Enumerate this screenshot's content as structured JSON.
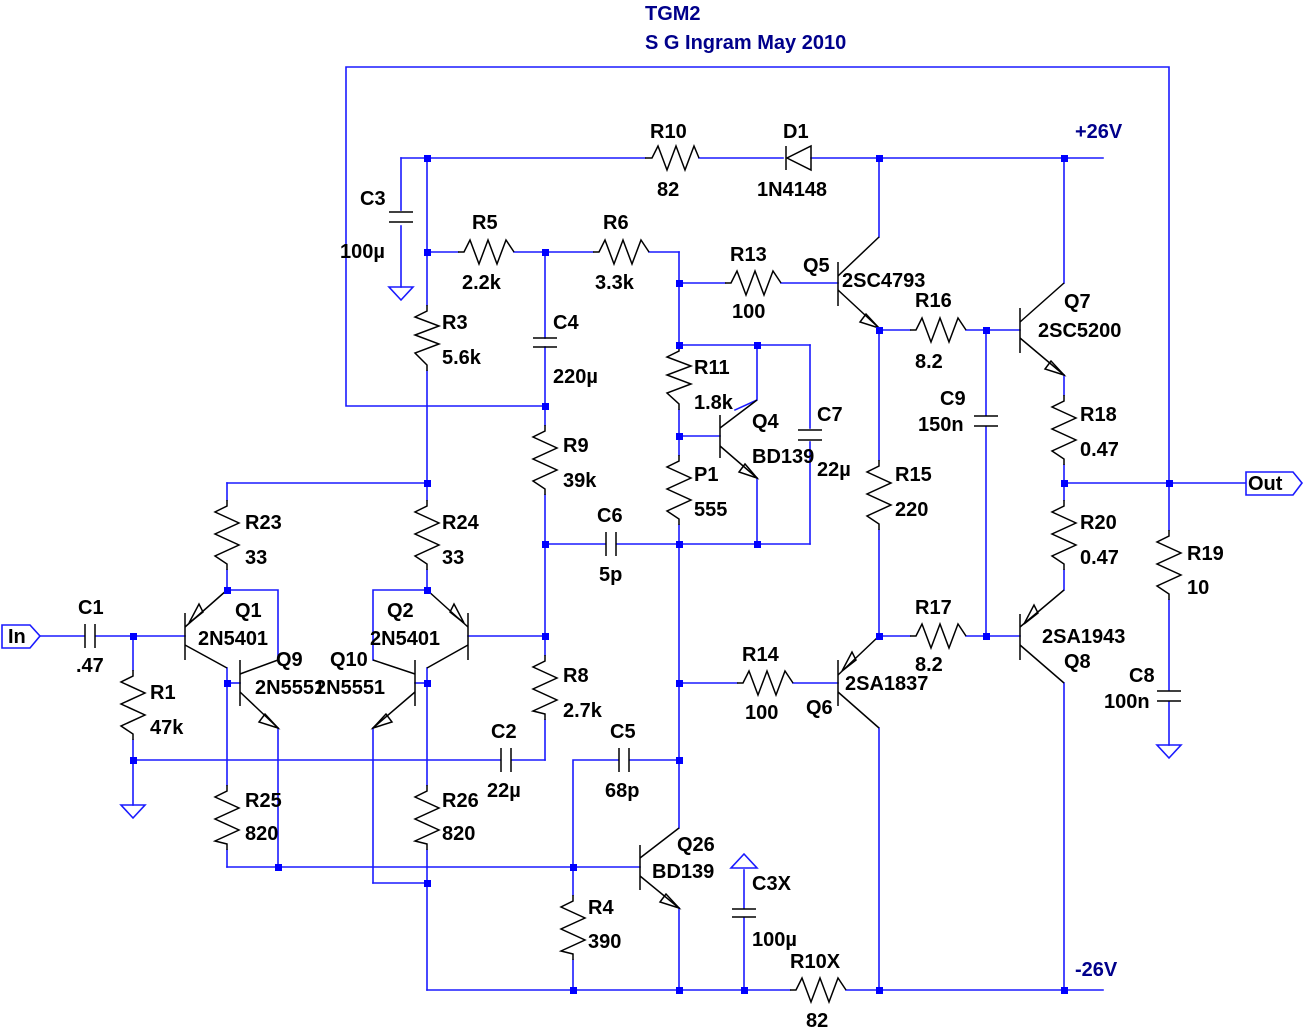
{
  "title": "TGM2",
  "subtitle": "S G Ingram May 2010",
  "colors": {
    "wire": "#1a1aff",
    "component": "#000000",
    "title": "#00008b"
  },
  "supplies": {
    "positive": "+26V",
    "negative": "-26V"
  },
  "ports": {
    "input": "In",
    "output": "Out"
  },
  "components": {
    "R10": {
      "ref": "R10",
      "value": "82"
    },
    "D1": {
      "ref": "D1",
      "value": "1N4148"
    },
    "C3": {
      "ref": "C3",
      "value": "100µ"
    },
    "R5": {
      "ref": "R5",
      "value": "2.2k"
    },
    "R6": {
      "ref": "R6",
      "value": "3.3k"
    },
    "R13": {
      "ref": "R13",
      "value": "100"
    },
    "Q5": {
      "ref": "Q5",
      "value": "2SC4793"
    },
    "R16": {
      "ref": "R16",
      "value": "8.2"
    },
    "Q7": {
      "ref": "Q7",
      "value": "2SC5200"
    },
    "R3": {
      "ref": "R3",
      "value": "5.6k"
    },
    "C4": {
      "ref": "C4",
      "value": "220µ"
    },
    "R11": {
      "ref": "R11",
      "value": "1.8k"
    },
    "Q4": {
      "ref": "Q4",
      "value": "BD139"
    },
    "C7": {
      "ref": "C7",
      "value": "22µ"
    },
    "C9": {
      "ref": "C9",
      "value": "150n"
    },
    "R18": {
      "ref": "R18",
      "value": "0.47"
    },
    "R9": {
      "ref": "R9",
      "value": "39k"
    },
    "P1": {
      "ref": "P1",
      "value": "555"
    },
    "R15": {
      "ref": "R15",
      "value": "220"
    },
    "R23": {
      "ref": "R23",
      "value": "33"
    },
    "R24": {
      "ref": "R24",
      "value": "33"
    },
    "C6": {
      "ref": "C6",
      "value": "5p"
    },
    "R20": {
      "ref": "R20",
      "value": "0.47"
    },
    "R19": {
      "ref": "R19",
      "value": "10"
    },
    "C1": {
      "ref": "C1",
      "value": ".47"
    },
    "Q1": {
      "ref": "Q1",
      "value": "2N5401"
    },
    "Q2": {
      "ref": "Q2",
      "value": "2N5401"
    },
    "R17": {
      "ref": "R17",
      "value": "8.2"
    },
    "Q8": {
      "ref": "Q8",
      "value": "2SA1943"
    },
    "Q9": {
      "ref": "Q9",
      "value": "2N5551"
    },
    "Q10": {
      "ref": "Q10",
      "value": "2N5551"
    },
    "R14": {
      "ref": "R14",
      "value": "100"
    },
    "Q6": {
      "ref": "Q6",
      "value": "2SA1837"
    },
    "C8": {
      "ref": "C8",
      "value": "100n"
    },
    "R1": {
      "ref": "R1",
      "value": "47k"
    },
    "R8": {
      "ref": "R8",
      "value": "2.7k"
    },
    "C2": {
      "ref": "C2",
      "value": "22µ"
    },
    "C5": {
      "ref": "C5",
      "value": "68p"
    },
    "R25": {
      "ref": "R25",
      "value": "820"
    },
    "R26": {
      "ref": "R26",
      "value": "820"
    },
    "Q26": {
      "ref": "Q26",
      "value": "BD139"
    },
    "C3X": {
      "ref": "C3X",
      "value": "100µ"
    },
    "R4": {
      "ref": "R4",
      "value": "390"
    },
    "R10X": {
      "ref": "R10X",
      "value": "82"
    }
  }
}
